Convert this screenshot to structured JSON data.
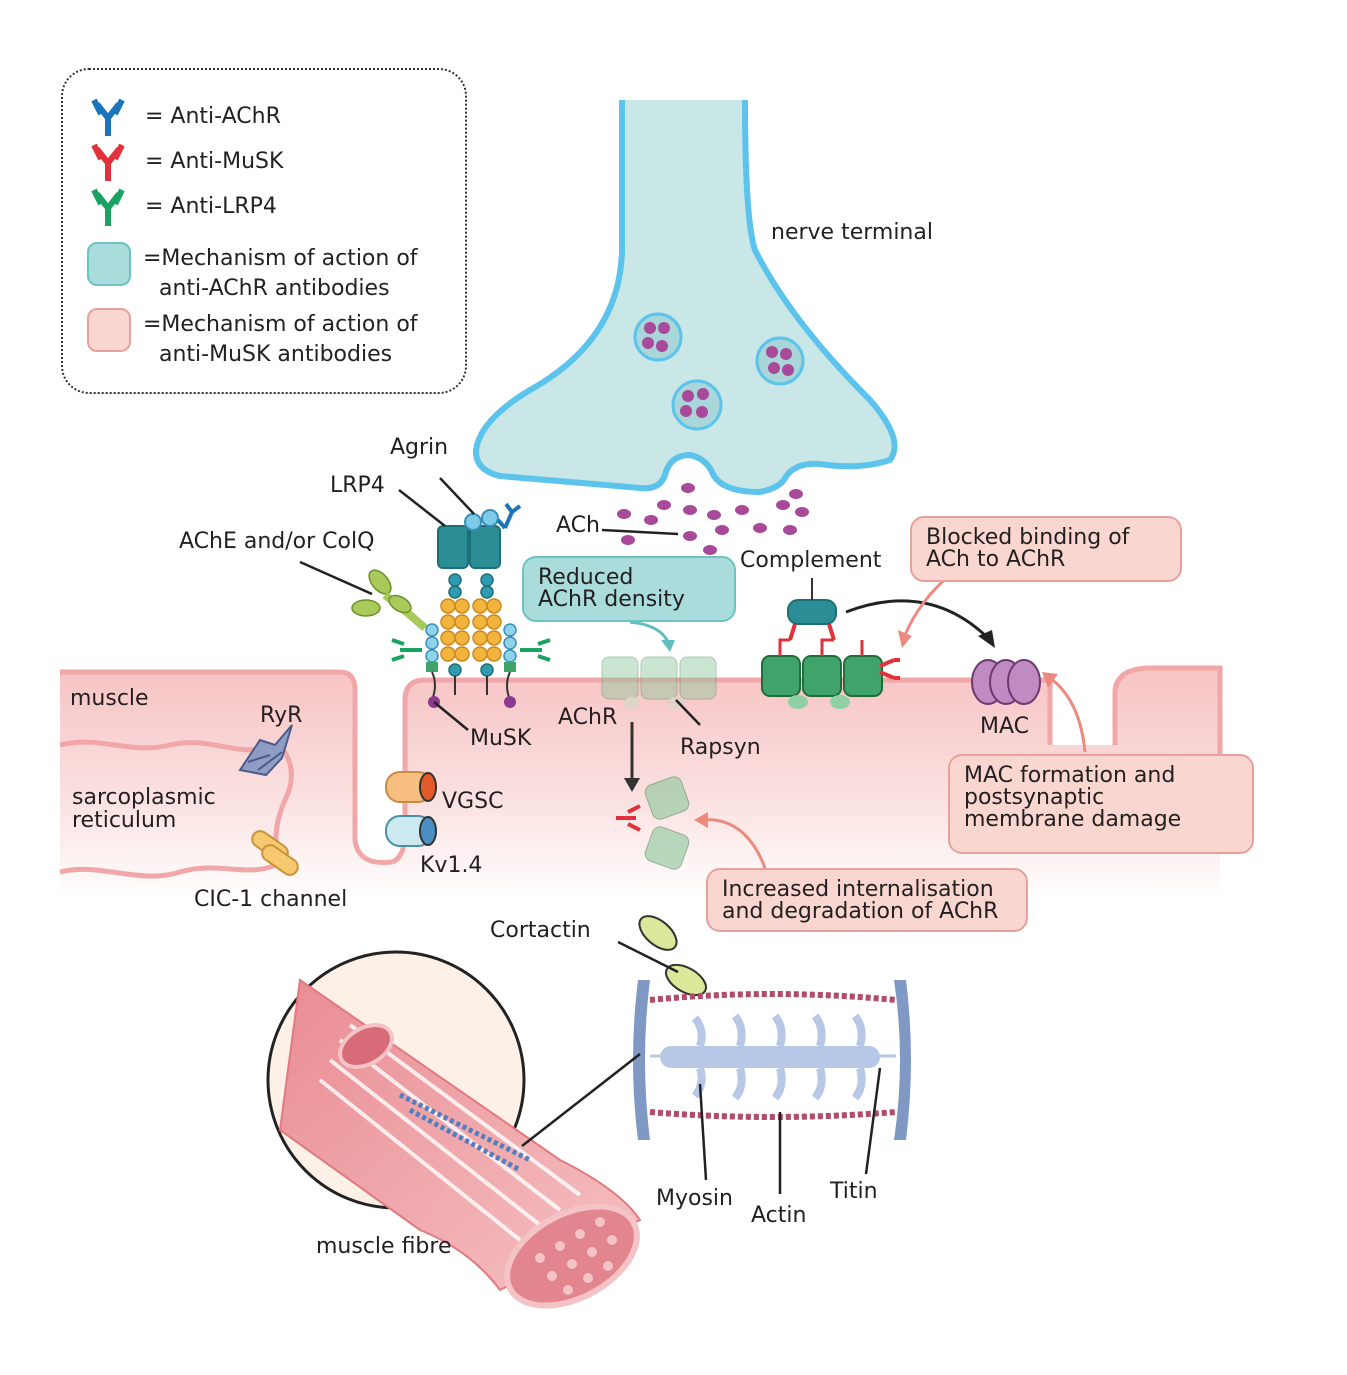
{
  "legend": {
    "items": [
      {
        "label": "= Anti-AChR",
        "color": "#1b75bb"
      },
      {
        "label": "= Anti-MuSK",
        "color": "#e2313a"
      },
      {
        "label": "= Anti-LRP4",
        "color": "#1aa260"
      },
      {
        "line1": "=Mechanism of action of",
        "line2": "anti-AChR antibodies",
        "fill": "#a9dcdb",
        "border": "#6cc3c4"
      },
      {
        "line1": "=Mechanism of action of",
        "line2": "anti-MuSK antibodies",
        "fill": "#f9d6d0",
        "border": "#e8a19a"
      }
    ]
  },
  "labels": {
    "nerve_terminal": "nerve terminal",
    "agrin": "Agrin",
    "lrp4": "LRP4",
    "ache": "AChE and/or ColQ",
    "ach": "ACh",
    "complement": "Complement",
    "muscle": "muscle",
    "ryr": "RyR",
    "sarco1": "sarcoplasmic",
    "sarco2": "reticulum",
    "musk": "MuSK",
    "achr": "AChR",
    "rapsyn": "Rapsyn",
    "mac": "MAC",
    "vgsc": "VGSC",
    "kv": "Kv1.4",
    "cic": "CIC-1 channel",
    "cortactin": "Cortactin",
    "myosin": "Myosin",
    "actin": "Actin",
    "titin": "Titin",
    "muscle_fibre": "muscle fibre"
  },
  "boxes": {
    "blocked": {
      "line1": "Blocked binding of",
      "line2": "ACh to AChR"
    },
    "reduced": {
      "line1": "Reduced",
      "line2": "AChR density"
    },
    "mac_formation": {
      "line1": "MAC formation and",
      "line2": "postsynaptic",
      "line3": "membrane damage"
    },
    "internalisation": {
      "line1": "Increased internalisation",
      "line2": "and degradation of AChR"
    }
  },
  "colors": {
    "nerve_outline": "#5bc3ec",
    "nerve_fill": "#c8e7e6",
    "vesicle": "#a8499a",
    "muscle_fill": "#f6c9c9",
    "muscle_outline": "#f1a7a7",
    "achr_green": "#3fa36a",
    "lrp4_teal": "#2b8e97"
  }
}
